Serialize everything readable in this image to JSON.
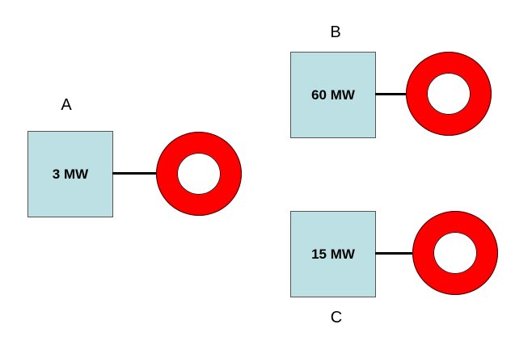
{
  "colors": {
    "box_fill": "#bde0e4",
    "ring_fill": "#ff0000",
    "wire": "#000000"
  },
  "units": [
    {
      "label": "A",
      "power": "3 MW"
    },
    {
      "label": "B",
      "power": "60 MW"
    },
    {
      "label": "C",
      "power": "15 MW"
    }
  ]
}
